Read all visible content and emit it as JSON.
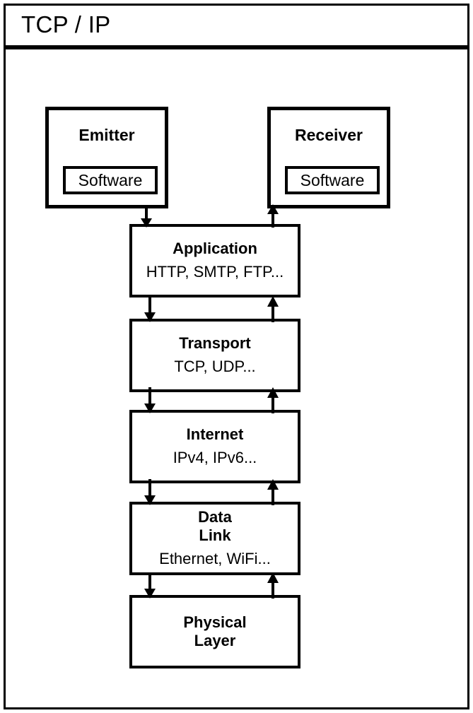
{
  "header": {
    "title": "TCP / IP"
  },
  "endpoints": [
    {
      "name": "emitter",
      "title": "Emitter",
      "inner_label": "Software"
    },
    {
      "name": "receiver",
      "title": "Receiver",
      "inner_label": "Software"
    }
  ],
  "layers": [
    {
      "name": "application",
      "title": "Application",
      "subtitle": "HTTP, SMTP, FTP..."
    },
    {
      "name": "transport",
      "title": "Transport",
      "subtitle": "TCP, UDP..."
    },
    {
      "name": "internet",
      "title": "Internet",
      "subtitle": "IPv4, IPv6..."
    },
    {
      "name": "data-link",
      "title": "Data\nLink",
      "subtitle": "Ethernet, WiFi..."
    },
    {
      "name": "physical",
      "title": "Physical\nLayer",
      "subtitle": ""
    }
  ],
  "arrows": {
    "down_label": "downward-flow-arrow",
    "up_label": "upward-flow-arrow"
  },
  "colors": {
    "stroke": "#000000",
    "background": "#ffffff",
    "text": "#000000"
  }
}
